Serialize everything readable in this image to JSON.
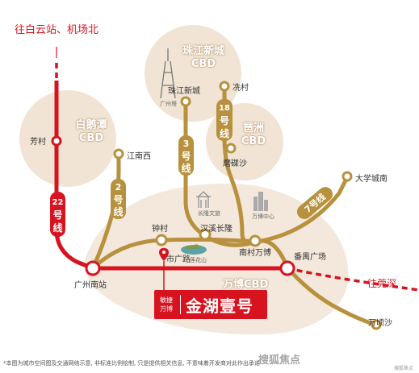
{
  "title": {
    "to_north": "往白云站、机场北",
    "to_east": "往莞深"
  },
  "districts": {
    "zhujiang": [
      "珠江新城",
      "CBD"
    ],
    "baietan": [
      "白鹅潭",
      "CBD"
    ],
    "pazhou": [
      "琶洲",
      "CBD"
    ],
    "wanbo": "万博CBD"
  },
  "landmarks": {
    "canton_tower": "广州塔",
    "chimelong": "长隆文旅",
    "lianhuashan": "莲花山",
    "wanbo_center": "万博中心"
  },
  "lines": {
    "line22": [
      "22",
      "号",
      "线"
    ],
    "line2": [
      "2",
      "号",
      "线"
    ],
    "line3": [
      "3",
      "号",
      "线"
    ],
    "line18": [
      "18",
      "号",
      "线"
    ],
    "line7": "7号线"
  },
  "stations": {
    "fangcun": "芳村",
    "jiangnanxi": "江南西",
    "zhujiangxincheng": "珠江新城",
    "xiancun": "冼村",
    "modiesha": "磨碟沙",
    "daxuecheng": "大学城南",
    "guangzhounan": "广州南站",
    "zhongcun": "钟村",
    "hanxi": "汉溪长隆",
    "nancun": "南村万博",
    "panyu": "番禺广场",
    "shiguanglu": "市广路",
    "wanqingsha": "万顷沙"
  },
  "project": {
    "tag": [
      "敏捷",
      "万博"
    ],
    "name": "金湖壹号"
  },
  "footer": {
    "disclaimer": "*本图为城市空间图及交通网络示意, 非标准比例绘制, 只是提供相关信息, 不意味着开发商对此作出承诺",
    "watermark": "搜狐焦点",
    "credit": "搜狐焦点"
  },
  "colors": {
    "red": "#d7131f",
    "gold": "#b8913e",
    "district": "#f1e4d4"
  }
}
